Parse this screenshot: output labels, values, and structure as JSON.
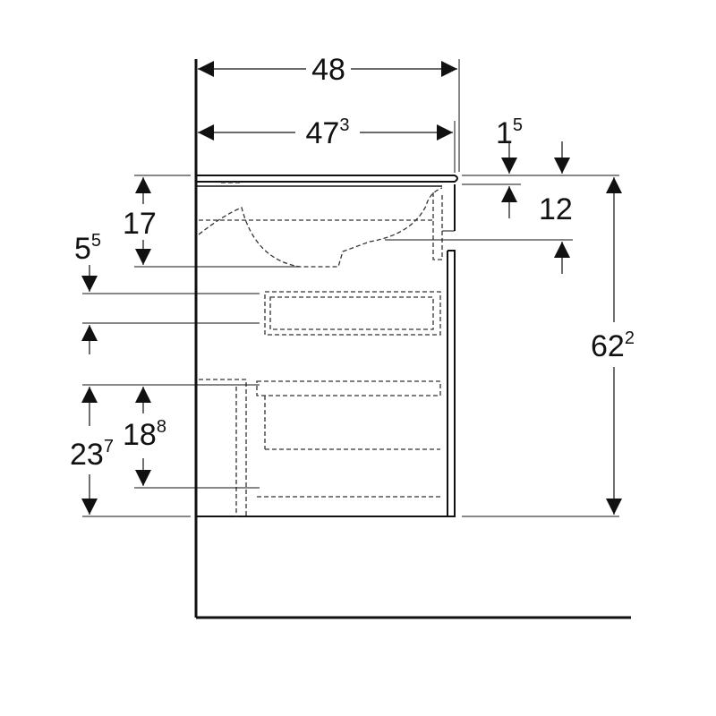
{
  "colors": {
    "line": "#111111",
    "hidden": "#333333",
    "background": "#ffffff"
  },
  "dimensions": {
    "width_outer": {
      "main": "48",
      "sup": ""
    },
    "width_inner": {
      "main": "47",
      "sup": "3"
    },
    "top_thickness": {
      "main": "1",
      "sup": "5"
    },
    "basin_gap": {
      "main": "12",
      "sup": ""
    },
    "basin_depth": {
      "main": "17",
      "sup": ""
    },
    "drawer_gap": {
      "main": "5",
      "sup": "5"
    },
    "total_height": {
      "main": "62",
      "sup": "2"
    },
    "lower_height": {
      "main": "23",
      "sup": "7"
    },
    "drawer_height": {
      "main": "18",
      "sup": "8"
    }
  }
}
